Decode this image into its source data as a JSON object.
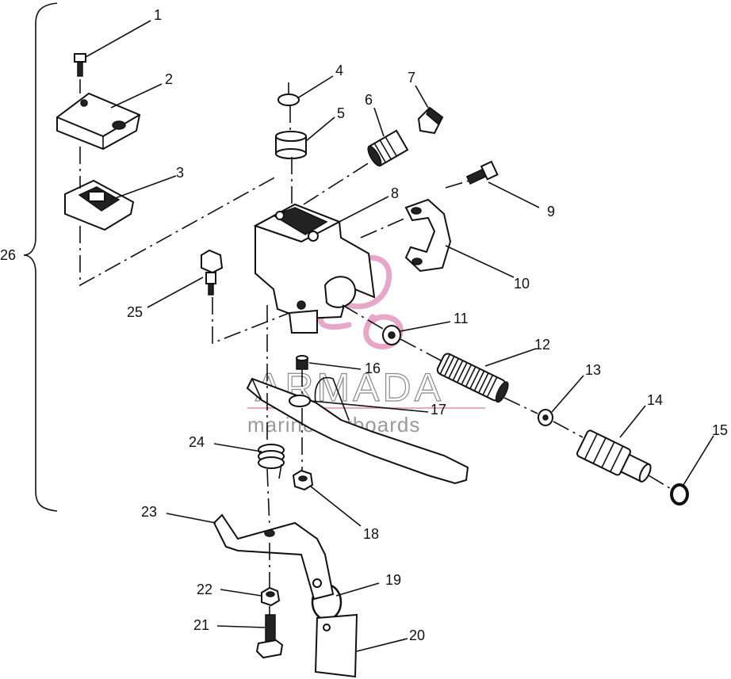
{
  "watermark": {
    "brand": "ARMADA",
    "tagline": "marine outboards",
    "brand_color": "#e8a6c8"
  },
  "callouts": [
    "1",
    "2",
    "3",
    "4",
    "5",
    "6",
    "7",
    "8",
    "9",
    "10",
    "11",
    "12",
    "13",
    "14",
    "15",
    "16",
    "17",
    "18",
    "19",
    "20",
    "21",
    "22",
    "23",
    "24",
    "25",
    "26"
  ],
  "parts": [
    {
      "number": "1",
      "icon": "cover-screw-icon"
    },
    {
      "number": "2",
      "icon": "reservoir-cover-icon"
    },
    {
      "number": "3",
      "icon": "diaphragm-icon"
    },
    {
      "number": "4",
      "icon": "o-ring-icon"
    },
    {
      "number": "5",
      "icon": "bushing-icon"
    },
    {
      "number": "6",
      "icon": "bleeder-fitting-icon"
    },
    {
      "number": "7",
      "icon": "bleeder-cap-icon"
    },
    {
      "number": "8",
      "icon": "master-cylinder-body-icon"
    },
    {
      "number": "9",
      "icon": "clamp-screw-icon"
    },
    {
      "number": "10",
      "icon": "handlebar-clamp-icon"
    },
    {
      "number": "11",
      "icon": "washer-icon"
    },
    {
      "number": "12",
      "icon": "spring-icon"
    },
    {
      "number": "13",
      "icon": "washer-icon"
    },
    {
      "number": "14",
      "icon": "piston-icon"
    },
    {
      "number": "15",
      "icon": "snap-ring-icon"
    },
    {
      "number": "16",
      "icon": "set-screw-icon"
    },
    {
      "number": "17",
      "icon": "brake-lever-icon"
    },
    {
      "number": "18",
      "icon": "nut-icon"
    },
    {
      "number": "19",
      "icon": "key-ring-icon"
    },
    {
      "number": "20",
      "icon": "tag-icon"
    },
    {
      "number": "21",
      "icon": "bolt-icon"
    },
    {
      "number": "22",
      "icon": "nut-icon"
    },
    {
      "number": "23",
      "icon": "parking-brake-bracket-icon"
    },
    {
      "number": "24",
      "icon": "torsion-spring-icon"
    },
    {
      "number": "25",
      "icon": "pivot-bolt-icon"
    },
    {
      "number": "26",
      "icon": "assembly-bracket-icon"
    }
  ]
}
